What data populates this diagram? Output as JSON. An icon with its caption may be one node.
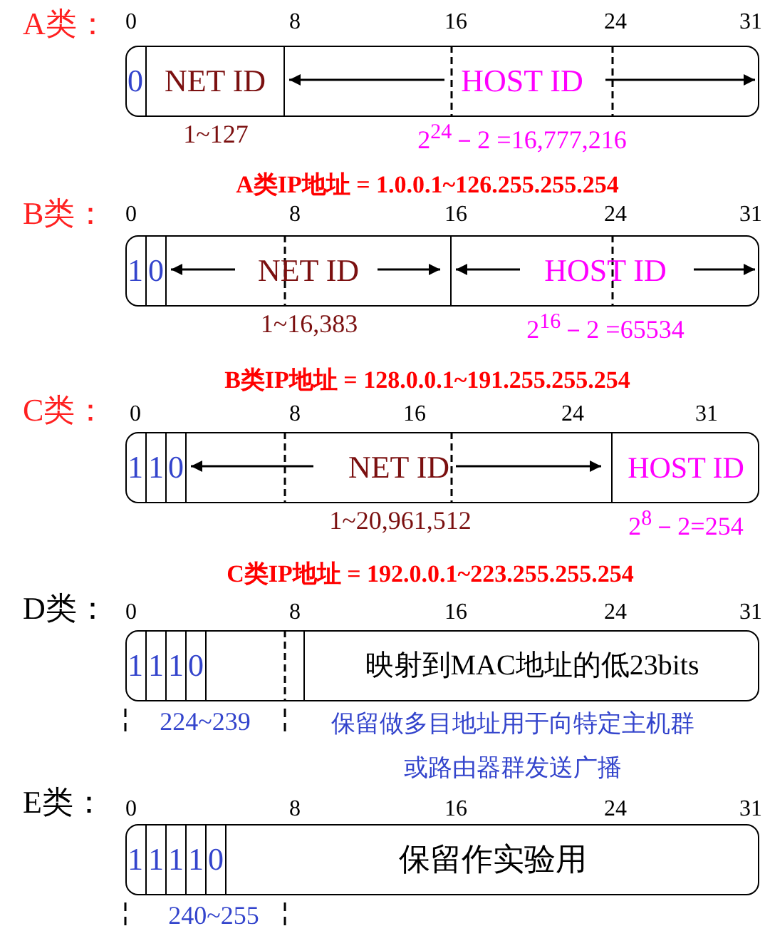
{
  "diagram": {
    "nodes": [
      {
        "text": [
          "A类："
        ]
      },
      {
        "text": [
          "0"
        ],
        "in": 0
      },
      {
        "text": [
          "NET ID"
        ],
        "in": 0,
        "beside": [
          "1~127"
        ]
      },
      {
        "text": [
          "HOST ID"
        ],
        "in": 0,
        "beside": [
          "2$^{24}$－2 =16,777,216"
        ]
      },
      {
        "text": [
          "B类："
        ]
      },
      {
        "text": [
          "1"
        ],
        "in": 4
      },
      {
        "text": [
          "0"
        ],
        "in": 4
      },
      {
        "text": [
          "NET ID"
        ],
        "in": 4,
        "beside": [
          "1~16,383"
        ]
      },
      {
        "text": [
          "HOST ID"
        ],
        "in": 4,
        "beside": [
          "2$^{16}$－2 =65534"
        ]
      },
      {
        "text": [
          "C类："
        ]
      },
      {
        "text": [
          "1"
        ],
        "in": 9
      },
      {
        "text": [
          "1"
        ],
        "in": 9
      },
      {
        "text": [
          "0"
        ],
        "in": 9
      },
      {
        "text": [
          "NET ID"
        ],
        "in": 9,
        "beside": [
          "1~20,961,512"
        ]
      },
      {
        "text": [
          "HOST ID"
        ],
        "in": 9,
        "beside": [
          "2$^{8}$－2=254"
        ]
      },
      {
        "text": [
          "D类："
        ]
      },
      {
        "text": [
          "1"
        ],
        "in": 15
      },
      {
        "text": [
          "1"
        ],
        "in": 15
      },
      {
        "text": [
          "1"
        ],
        "in": 15
      },
      {
        "text": [
          "0"
        ],
        "in": 15
      },
      {
        "text": [
          "映射到MAC地址的低23bits"
        ],
        "in": 15,
        "beside": [
          "保留做多目地址用于向特定主机群或路由器群发送广播"
        ]
      },
      {
        "text": [
          "E类："
        ]
      },
      {
        "text": [
          "1"
        ],
        "in": 21
      },
      {
        "text": [
          "1"
        ],
        "in": 21
      },
      {
        "text": [
          "1"
        ],
        "in": 21
      },
      {
        "text": [
          "1"
        ],
        "in": 21
      },
      {
        "text": [
          "0"
        ],
        "in": 21
      },
      {
        "text": [
          "保留作实验用"
        ],
        "in": 21
      }
    ],
    "labels": [
      "0",
      "8",
      "16",
      "24",
      "31",
      "A类IP地址 = 1.0.0.1~126.255.255.254",
      "0",
      "8",
      "16",
      "24",
      "31",
      "B类IP地址 = 128.0.0.1~191.255.255.254",
      "0",
      "8",
      "16",
      "24",
      "31",
      "C类IP地址 = 192.0.0.1~223.255.255.254",
      "0",
      "8",
      "16",
      "24",
      "31",
      "224~239",
      "0",
      "8",
      "16",
      "24",
      "31",
      "240~255"
    ]
  }
}
